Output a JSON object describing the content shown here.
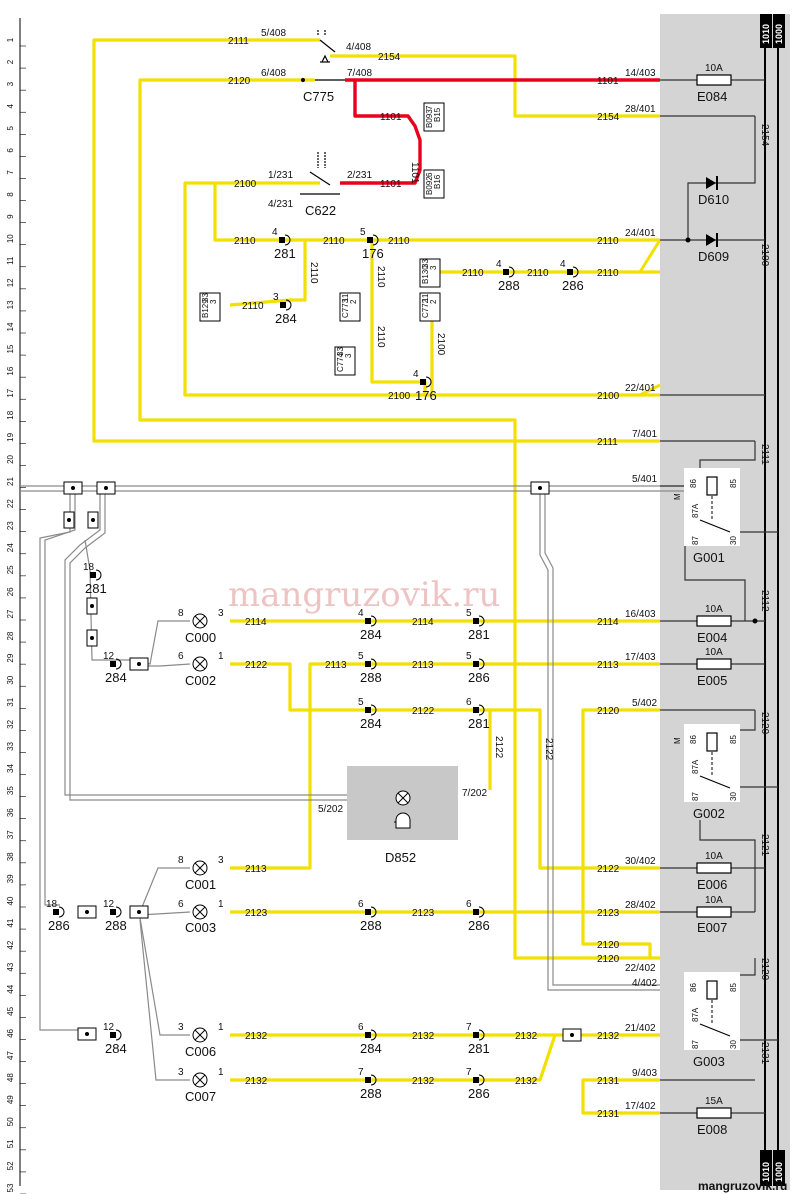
{
  "row_numbers": [
    "1",
    "2",
    "3",
    "4",
    "5",
    "6",
    "7",
    "8",
    "9",
    "10",
    "11",
    "12",
    "13",
    "14",
    "15",
    "16",
    "17",
    "18",
    "19",
    "20",
    "21",
    "22",
    "23",
    "24",
    "25",
    "26",
    "27",
    "28",
    "29",
    "30",
    "31",
    "32",
    "33",
    "34",
    "35",
    "36",
    "37",
    "38",
    "39",
    "40",
    "41",
    "42",
    "43",
    "44",
    "45",
    "46",
    "47",
    "48",
    "49",
    "50",
    "51",
    "52",
    "53"
  ],
  "bus": {
    "b1": "1000",
    "b2": "1010"
  },
  "watermark": "mangruzovik.ru",
  "footer_watermark": "mangruzovik.ru",
  "colors": {
    "wire": "#f2e000",
    "power": "#e8001c",
    "panel": "#d4d4d4",
    "ground": "#7a7a7a"
  },
  "components": {
    "c775": "C775",
    "c622": "C622",
    "d610": "D610",
    "d609": "D609",
    "e084": "E084",
    "e004": "E004",
    "e005": "E005",
    "e006": "E006",
    "e007": "E007",
    "e008": "E008",
    "g001": "G001",
    "g002": "G002",
    "g003": "G003",
    "c000": "C000",
    "c002": "C002",
    "c001": "C001",
    "c003": "C003",
    "c006": "C006",
    "c007": "C007",
    "d852": "D852"
  },
  "fuses": {
    "f10a": "10A",
    "f15a": "15A"
  },
  "relay_pins": {
    "p86": "86",
    "p85": "85",
    "p87a": "87A",
    "p87": "87",
    "p30": "30",
    "m": "M"
  },
  "wire_labels": {
    "w2111": "2111",
    "w2120": "2120",
    "w2154": "2154",
    "w1101": "1101",
    "w2100": "2100",
    "w2110": "2110",
    "w2114": "2114",
    "w2122": "2122",
    "w2113": "2113",
    "w2123": "2123",
    "w2132": "2132",
    "w2131": "2131",
    "w2112": "2112",
    "w2121": "2121"
  },
  "pin_labels": {
    "p5_408": "5/408",
    "p4_408": "4/408",
    "p6_408": "6/408",
    "p7_408": "7/408",
    "p14_403": "14/403",
    "p28_401": "28/401",
    "p1_231": "1/231",
    "p2_231": "2/231",
    "p4_231": "4/231",
    "p24_401": "24/401",
    "p22_401": "22/401",
    "p7_401": "7/401",
    "p5_401": "5/401",
    "p16_403": "16/403",
    "p17_403": "17/403",
    "p5_402": "5/402",
    "p5_202": "5/202",
    "p7_202": "7/202",
    "p30_402": "30/402",
    "p28_402": "28/402",
    "p22_402": "22/402",
    "p4_402": "4/402",
    "p21_402": "21/402",
    "p9_403": "9/403",
    "p17_402": "17/402"
  },
  "connectors": {
    "n281": "281",
    "n176": "176",
    "n284": "284",
    "n288": "288",
    "n286": "286",
    "pin3": "3",
    "pin4": "4",
    "pin5": "5",
    "pin6": "6",
    "pin7": "7",
    "pin8": "8",
    "pin1": "1",
    "pin12": "12",
    "pin18": "18"
  },
  "plug_boxes": {
    "b093": [
      "B093",
      "B15",
      "7"
    ],
    "b092": [
      "B092",
      "B16",
      "6"
    ],
    "b130": [
      "B130",
      "3",
      "33"
    ],
    "b129": [
      "B129",
      "3",
      "33"
    ],
    "c773": [
      "C773",
      "2",
      "11"
    ],
    "c774": [
      "C774",
      "3",
      "33"
    ],
    "c772": [
      "C772",
      "2",
      "11"
    ]
  }
}
